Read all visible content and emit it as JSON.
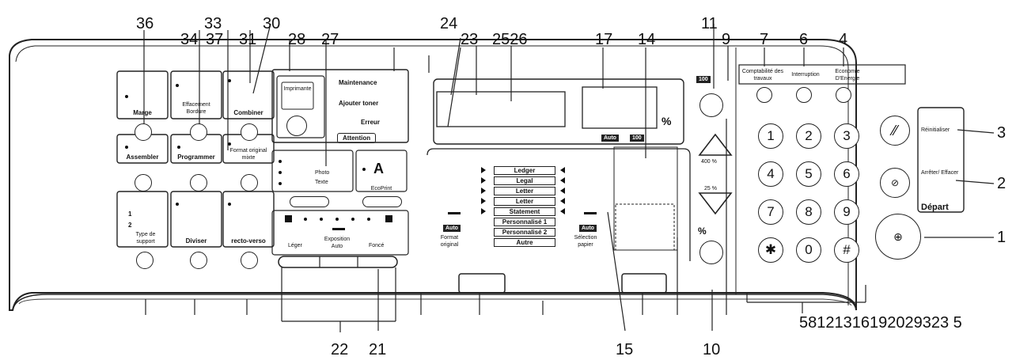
{
  "callouts": {
    "n1": "1",
    "n2": "2",
    "n3": "3",
    "n4": "4",
    "n6": "6",
    "n7": "7",
    "n9": "9",
    "n10": "10",
    "n11": "11",
    "n14": "14",
    "n15": "15",
    "n17": "17",
    "n21": "21",
    "n22": "22",
    "n23": "23",
    "n24": "24",
    "n2526": "2526",
    "n27": "27",
    "n28": "28",
    "n30": "30",
    "n31": "31",
    "n33": "33",
    "n343": "34",
    "n37": "37",
    "n36": "36",
    "bottom_group": "58121316192029323 5"
  },
  "panel": {
    "marge": "Marge",
    "effacement": "Effacement Bordure",
    "combiner": "Combiner",
    "assembler": "Assembler",
    "programmer": "Programmer",
    "format_mixte": "Format original mixte",
    "type_support": "Type de support",
    "opt1": "1",
    "opt2": "2",
    "diviser": "Diviser",
    "recto_verso": "recto-verso",
    "imprimante": "Imprimante",
    "maintenance": "Maintenance",
    "ajouter_toner": "Ajouter toner",
    "erreur": "Erreur",
    "attention": "Attention",
    "photo": "Photo",
    "texte": "Texte",
    "ecoprint": "EcoPrint",
    "leger": "Léger",
    "exposition_auto": "Exposition Auto",
    "fonce": "Foncé",
    "paper_sizes": [
      "Ledger",
      "Legal",
      "Letter",
      "Letter",
      "Statement",
      "Personnalisé 1",
      "Personnalisé 2",
      "Autre"
    ],
    "auto": "Auto",
    "format_original": "Format original",
    "selection_papier": "Sélection papier",
    "pct_sign": "%",
    "auto_pct": "Auto",
    "pct100": "100",
    "pct_400": "400 %",
    "pct_25": "25 %",
    "comptabilite": "Comptabilité des travaux",
    "interruption": "Interruption",
    "economie": "Economie D'Energie",
    "keys": [
      "1",
      "2",
      "3",
      "4",
      "5",
      "6",
      "7",
      "8",
      "9",
      "✱",
      "0",
      "#"
    ],
    "reinitialiser": "Réinitialiser",
    "arreter": "Arrêter/ Effacer",
    "depart": "Départ"
  }
}
